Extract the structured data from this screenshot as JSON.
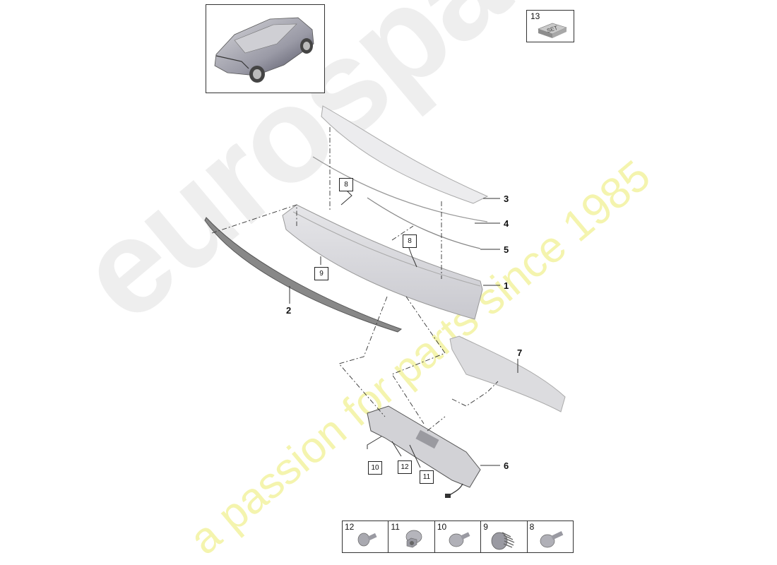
{
  "diagram": {
    "type": "exploded-parts-diagram",
    "subject": "rear spoiler assembly",
    "thumbnail": {
      "icon": "vehicle-overview-icon"
    },
    "set_badge": {
      "number": "13",
      "label": "SET"
    },
    "callouts": [
      {
        "id": "1",
        "label": "1"
      },
      {
        "id": "2",
        "label": "2"
      },
      {
        "id": "3",
        "label": "3"
      },
      {
        "id": "4",
        "label": "4"
      },
      {
        "id": "5",
        "label": "5"
      },
      {
        "id": "6",
        "label": "6"
      },
      {
        "id": "7",
        "label": "7"
      }
    ],
    "ref_boxes": [
      {
        "label": "8"
      },
      {
        "label": "8"
      },
      {
        "label": "9"
      },
      {
        "label": "10"
      },
      {
        "label": "12"
      },
      {
        "label": "11"
      }
    ],
    "hardware_strip": [
      {
        "number": "12",
        "icon": "flange-bolt-icon"
      },
      {
        "number": "11",
        "icon": "hex-nut-icon"
      },
      {
        "number": "10",
        "icon": "pan-head-screw-icon"
      },
      {
        "number": "9",
        "icon": "expansion-nut-icon"
      },
      {
        "number": "8",
        "icon": "washer-screw-icon"
      }
    ]
  },
  "watermark": {
    "brand": "eurospares",
    "tagline": "a passion for parts since 1985",
    "brand_color": "#e6e6e6",
    "tagline_color": "#f3f3a0"
  }
}
